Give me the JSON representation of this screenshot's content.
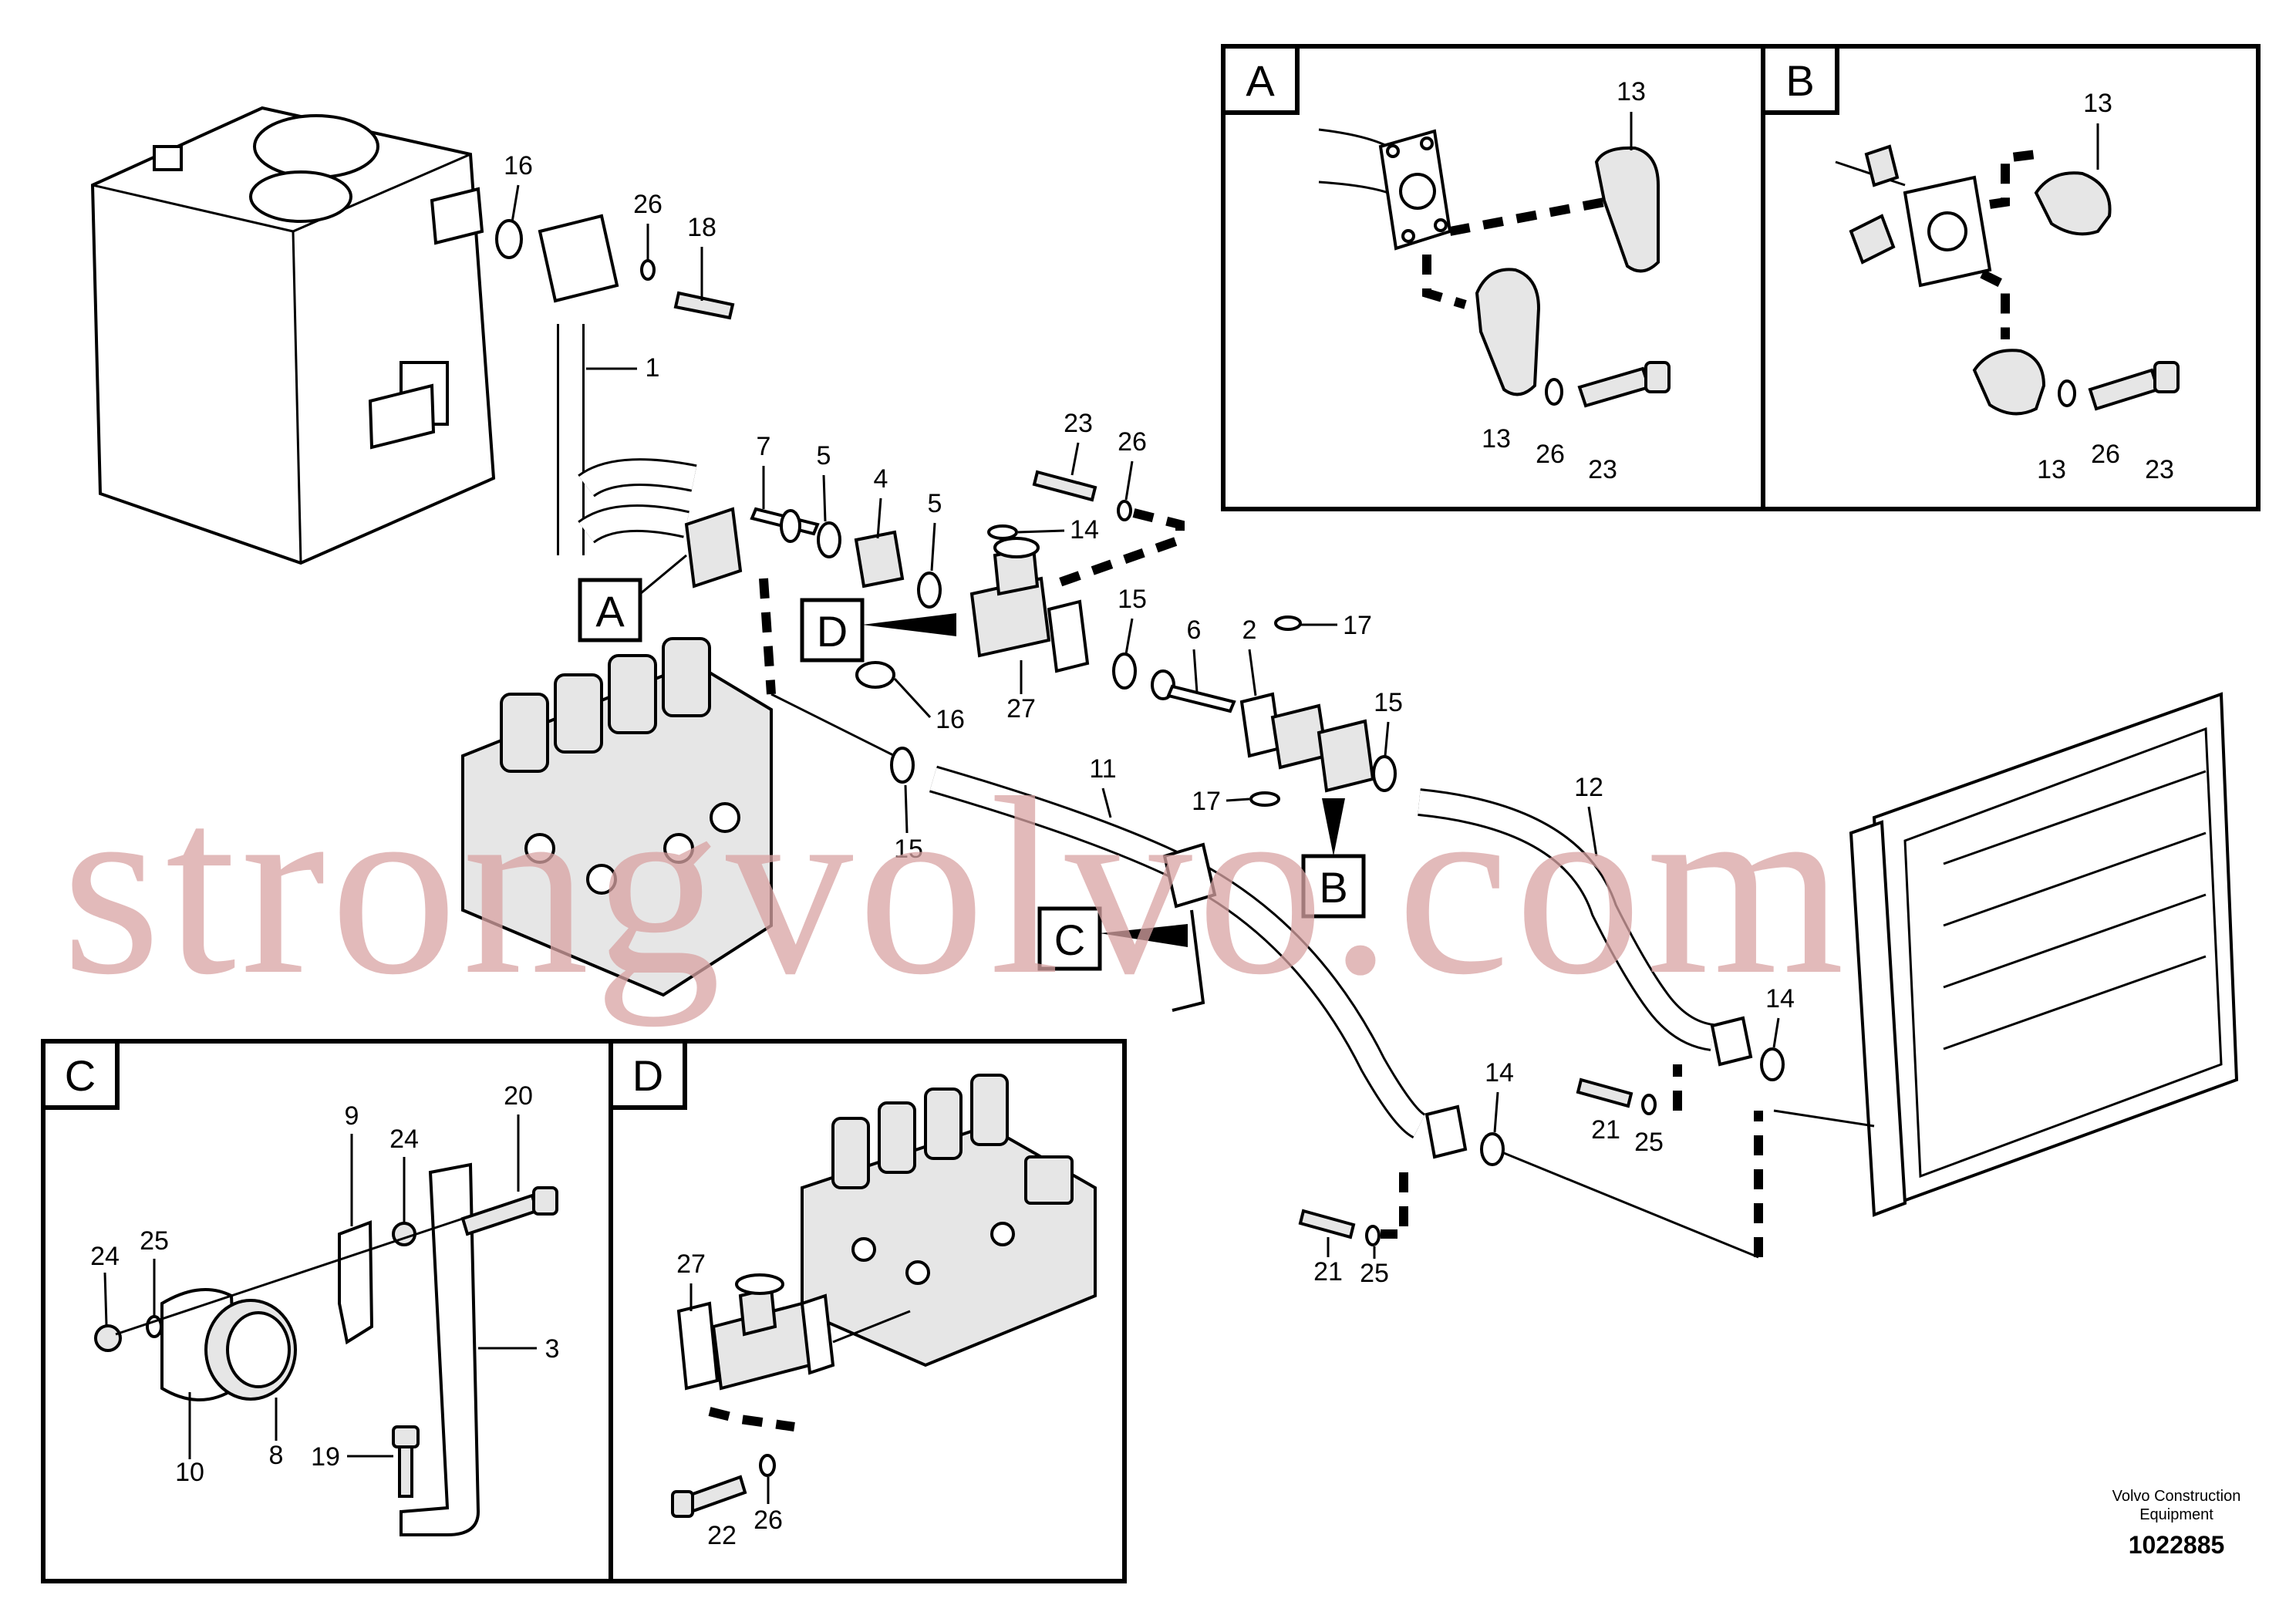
{
  "detail_labels": {
    "a": "A",
    "b": "B",
    "c": "C",
    "d": "D"
  },
  "watermark": "strongvolvo.com",
  "footer": {
    "company_line1": "Volvo Construction",
    "company_line2": "Equipment",
    "doc_number": "1022885"
  },
  "parts": {
    "main": {
      "p16a": "16",
      "p26a": "26",
      "p18": "18",
      "p1": "1",
      "p7": "7",
      "p5a": "5",
      "p4": "4",
      "p5b": "5",
      "p23": "23",
      "p26b": "26",
      "p14a": "14",
      "p15a": "15",
      "p6": "6",
      "p2": "2",
      "p17a": "17",
      "p16b": "16",
      "p27": "27",
      "p15b": "15",
      "p17b": "17",
      "p15c": "15",
      "p11": "11",
      "p12": "12",
      "p14b": "14",
      "p14c": "14",
      "p21a": "21",
      "p25a": "25",
      "p21b": "21",
      "p25b": "25"
    },
    "a": {
      "p13a": "13",
      "p13b": "13",
      "p26": "26",
      "p23": "23"
    },
    "b": {
      "p13a": "13",
      "p13b": "13",
      "p26": "26",
      "p23": "23"
    },
    "c": {
      "p20": "20",
      "p24a": "24",
      "p9": "9",
      "p24b": "24",
      "p25": "25",
      "p3": "3",
      "p10": "10",
      "p8": "8",
      "p19": "19"
    },
    "d": {
      "p27": "27",
      "p22": "22",
      "p26": "26"
    }
  }
}
